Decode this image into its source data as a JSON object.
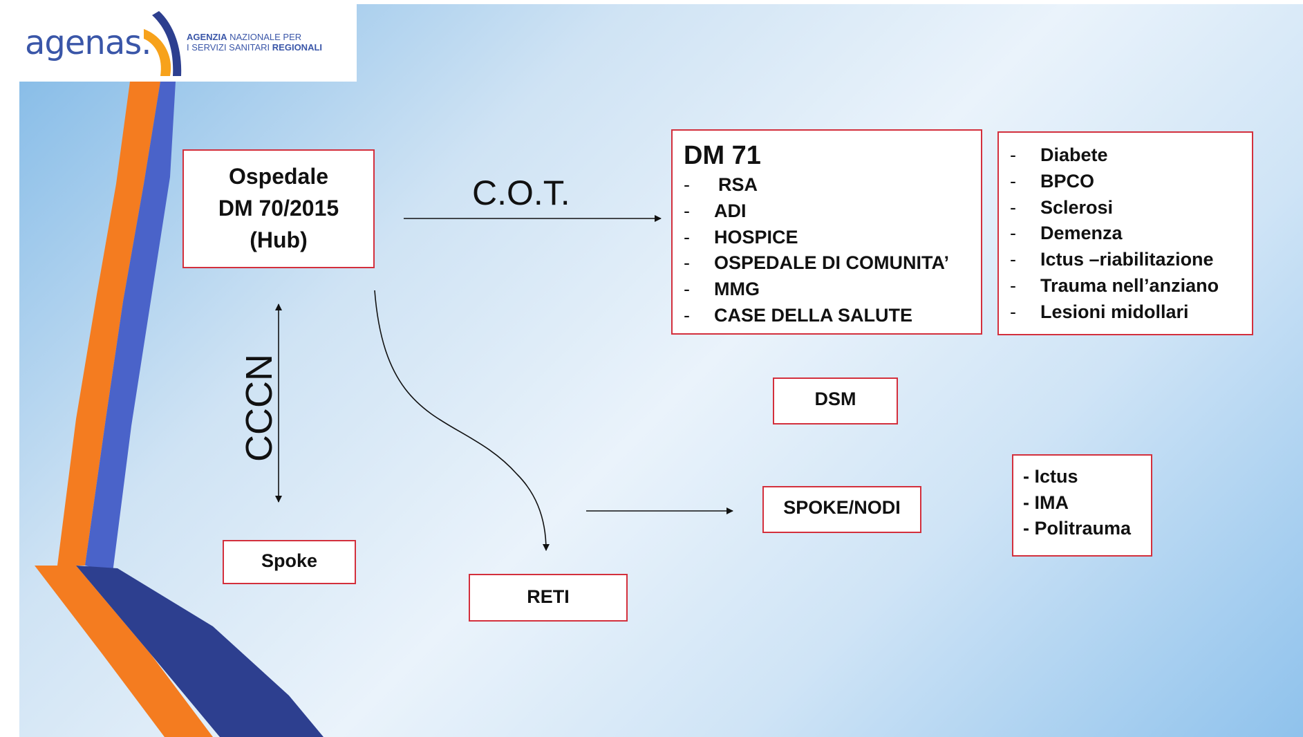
{
  "logo": {
    "wordmark": "agenas.",
    "tagline_line1_bold": "AGENZIA",
    "tagline_line1_rest": " NAZIONALE PER",
    "tagline_line2_rest": "I SERVIZI SANITARI ",
    "tagline_line2_bold": "REGIONALI"
  },
  "colors": {
    "box_border": "#d32f3c",
    "stripe_orange": "#f47c20",
    "stripe_blue": "#4a63c9",
    "stripe_navy": "#2d3f8f",
    "logo_blue": "#3a56a8",
    "logo_orange": "#f7a21b"
  },
  "hub": {
    "line1": "Ospedale",
    "line2": "DM 70/2015",
    "line3": "(Hub)"
  },
  "cot_label": "C.O.T.",
  "cccn_label": "CCCN",
  "dm71": {
    "title": "DM 71",
    "items": [
      "RSA",
      "ADI",
      "HOSPICE",
      "OSPEDALE DI COMUNITA’",
      "MMG",
      "CASE DELLA SALUTE"
    ]
  },
  "conditions": {
    "items": [
      "Diabete",
      "BPCO",
      "Sclerosi",
      "Demenza",
      "Ictus –riabilitazione",
      "Trauma nell’anziano",
      "Lesioni midollari"
    ]
  },
  "dsm_label": "DSM",
  "spoke_nodi_label": "SPOKE/NODI",
  "acute": {
    "items": [
      "- Ictus",
      "- IMA",
      "- Politrauma"
    ]
  },
  "spoke_label": "Spoke",
  "reti_label": "RETI",
  "list_dash": "-"
}
